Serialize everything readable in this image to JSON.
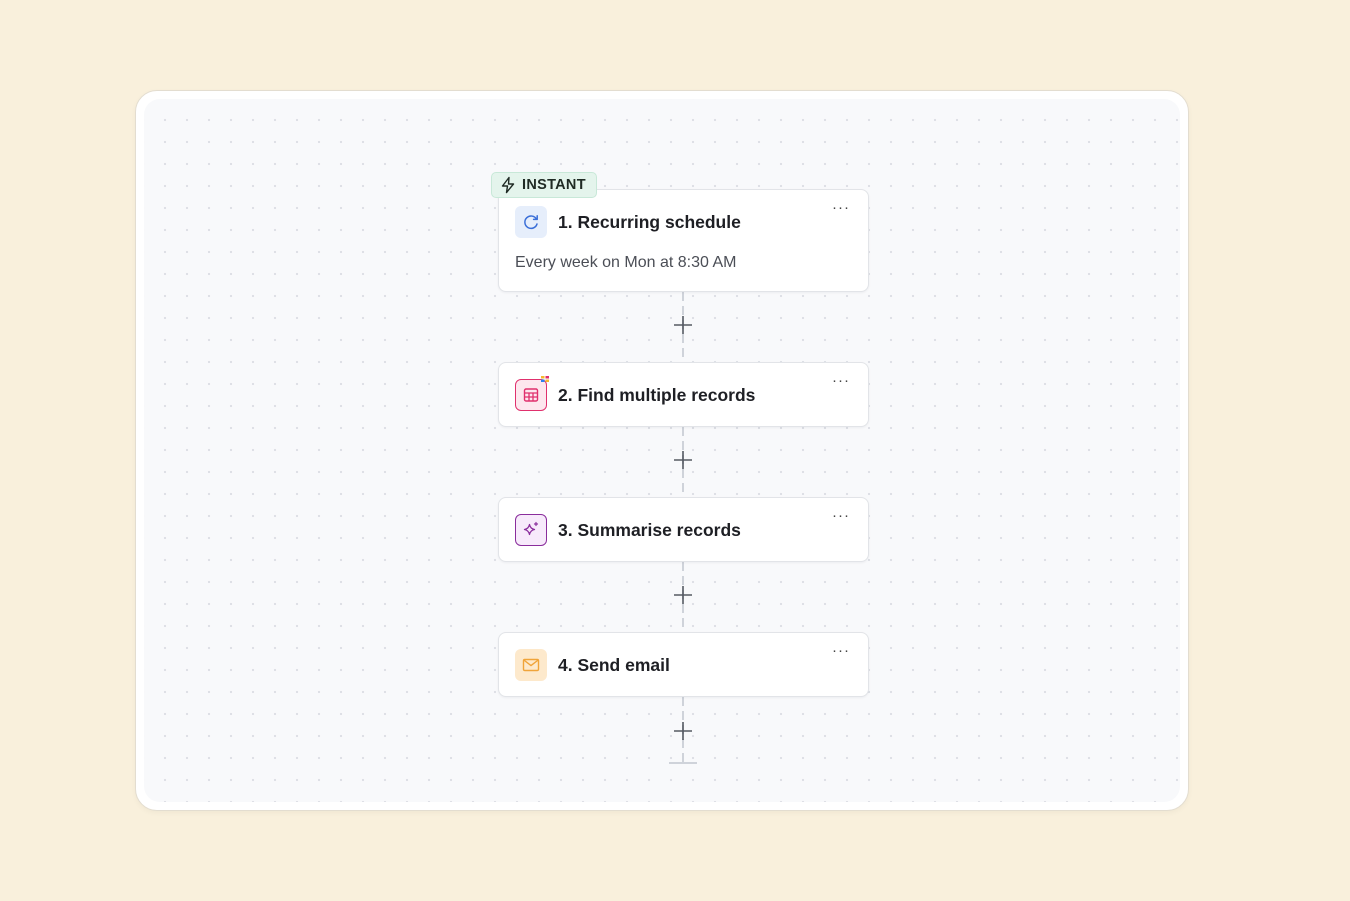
{
  "trigger_badge": {
    "label": "INSTANT",
    "icon": "lightning-icon",
    "color": "#e4f4ec"
  },
  "steps": [
    {
      "title": "1. Recurring schedule",
      "subtitle": "Every week on Mon at 8:30 AM",
      "icon": "schedule-icon",
      "accent": "#3b6fd8"
    },
    {
      "title": "2. Find multiple records",
      "icon": "table-icon",
      "accent": "#e0306d"
    },
    {
      "title": "3. Summarise records",
      "icon": "sparkle-icon",
      "accent": "#8a2d9c"
    },
    {
      "title": "4. Send email",
      "icon": "mail-icon",
      "accent": "#f0a43a"
    }
  ],
  "menu_label": "···",
  "colors": {
    "background": "#f9f0dc",
    "canvas": "#f8f9fb"
  }
}
